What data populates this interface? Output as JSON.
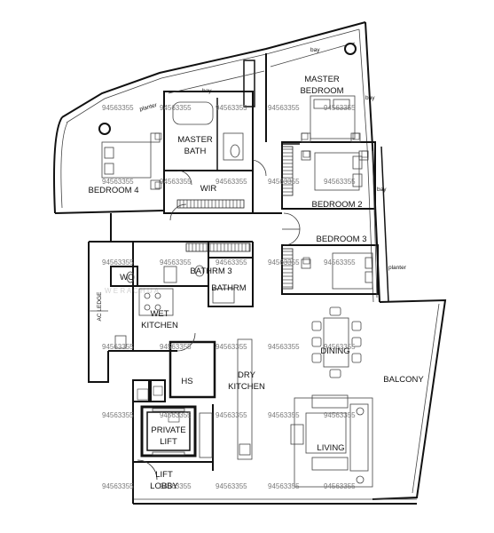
{
  "rooms": {
    "master_bedroom": [
      "MASTER",
      "BEDROOM"
    ],
    "master_bath": [
      "MASTER",
      "BATH"
    ],
    "bedroom4": "BEDROOM  4",
    "wir": "WIR",
    "bedroom2": "BEDROOM 2",
    "bedroom3": "BEDROOM 3",
    "bathrm3": "BATHRM 3",
    "wc": "WC",
    "bathrm": "BATHRM",
    "wet_kitchen": [
      "WET",
      "KITCHEN"
    ],
    "ac_ledge": "AC LEDGE",
    "dining": "DINING",
    "dry_kitchen": [
      "DRY",
      "KITCHEN"
    ],
    "hs": "HS",
    "balcony": "BALCONY",
    "private_lift": [
      "PRIVATE",
      "LIFT"
    ],
    "living": "LIVING",
    "lift_lobby": [
      "LIFT",
      "LOBBY"
    ]
  },
  "annotations": {
    "bay": "bay",
    "planter": "planter"
  },
  "watermark": {
    "phone": "94563355",
    "faint_text": "W      E      R      A      C      H      U      A"
  }
}
